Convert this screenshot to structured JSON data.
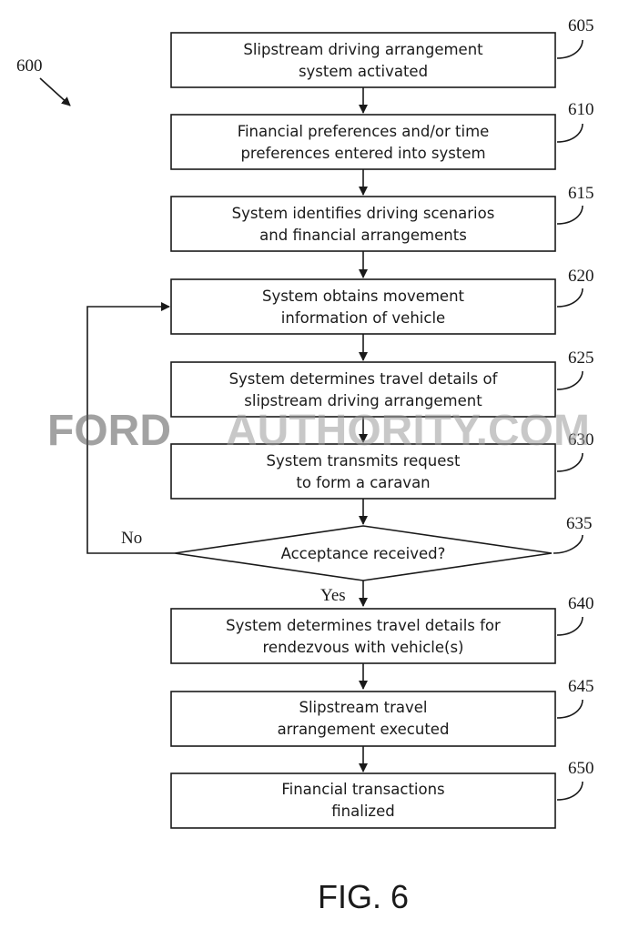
{
  "figure_ref": "600",
  "figure_caption": "FIG. 6",
  "watermark": {
    "part1": "FORD",
    "part2": "AUTHORITY.COM",
    "color1": "#555555",
    "color2": "#9a9a9a"
  },
  "steps": [
    {
      "ref": "605",
      "lines": [
        "Slipstream driving arrangement",
        "system activated"
      ]
    },
    {
      "ref": "610",
      "lines": [
        "Financial preferences and/or time",
        "preferences entered into system"
      ]
    },
    {
      "ref": "615",
      "lines": [
        "System identifies driving scenarios",
        "and financial arrangements"
      ]
    },
    {
      "ref": "620",
      "lines": [
        "System obtains movement",
        "information of vehicle"
      ]
    },
    {
      "ref": "625",
      "lines": [
        "System determines travel details of",
        "slipstream driving arrangement"
      ]
    },
    {
      "ref": "630",
      "lines": [
        "System transmits request",
        "to form a caravan"
      ]
    }
  ],
  "decision": {
    "ref": "635",
    "label": "Acceptance received?",
    "no_label": "No",
    "yes_label": "Yes"
  },
  "steps_after": [
    {
      "ref": "640",
      "lines": [
        "System determines travel details for",
        "rendezvous with vehicle(s)"
      ]
    },
    {
      "ref": "645",
      "lines": [
        "Slipstream travel",
        "arrangement executed"
      ]
    },
    {
      "ref": "650",
      "lines": [
        "Financial transactions",
        "finalized"
      ]
    }
  ]
}
